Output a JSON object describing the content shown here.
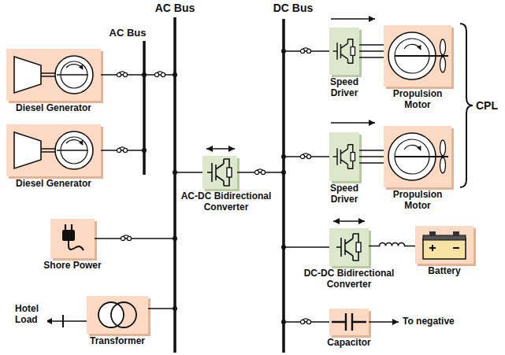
{
  "diagram": {
    "nodes": [
      {
        "text": [
          "Diesel Generator"
        ]
      },
      {
        "text": [
          "Diesel Generator"
        ]
      },
      {
        "text": [
          "Shore Power"
        ]
      },
      {
        "text": [
          "Transformer"
        ]
      },
      {
        "text": [
          "AC-DC Bidirectional Converter"
        ]
      },
      {
        "text": [
          "Speed Driver"
        ]
      },
      {
        "text": [
          "Propulsion Motor"
        ]
      },
      {
        "text": [
          "Speed Driver"
        ]
      },
      {
        "text": [
          "Propulsion Motor"
        ]
      },
      {
        "text": [
          "DC-DC Bidirectional Converter"
        ]
      },
      {
        "text": [
          "Battery"
        ]
      },
      {
        "text": [
          "Capacitor"
        ]
      }
    ],
    "edges": [
      {
        "from": 5,
        "to": 6,
        "arrow": "none"
      },
      {
        "from": 7,
        "to": 8,
        "arrow": "none"
      },
      {
        "from": 9,
        "to": 10,
        "arrow": "none"
      }
    ],
    "labels": [
      "AC Bus",
      "AC Bus",
      "DC Bus",
      "CPL",
      "Hotel Load",
      "To negative"
    ]
  }
}
